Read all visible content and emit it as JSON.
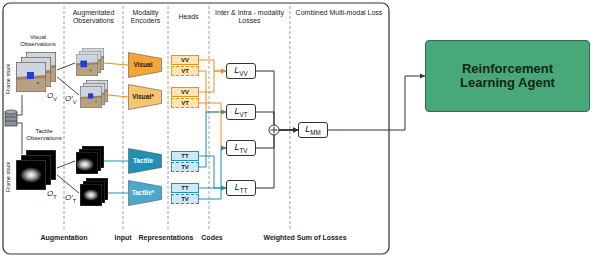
{
  "diagram": {
    "nodes": [
      {
        "text": [
          "Visual"
        ]
      },
      {
        "text": [
          "Visual*"
        ]
      },
      {
        "text": [
          "Tactile"
        ]
      },
      {
        "text": [
          "Tactile*"
        ]
      },
      {
        "text": [
          "VV"
        ]
      },
      {
        "text": [
          "VT"
        ]
      },
      {
        "text": [
          "VV"
        ]
      },
      {
        "text": [
          "VT"
        ]
      },
      {
        "text": [
          "TT"
        ]
      },
      {
        "text": [
          "TV"
        ]
      },
      {
        "text": [
          "TT"
        ]
      },
      {
        "text": [
          "TV"
        ]
      },
      {
        "text": [
          "LVV"
        ]
      },
      {
        "text": [
          "LVT"
        ]
      },
      {
        "text": [
          "LTV"
        ]
      },
      {
        "text": [
          "LTT"
        ]
      },
      {
        "text": [
          "LMM"
        ]
      },
      {
        "text": [
          "Reinforcement Learning Agent"
        ]
      }
    ],
    "edges": [
      {
        "from": 4,
        "to": 12,
        "arrow": "to"
      },
      {
        "from": 6,
        "to": 12,
        "arrow": "to"
      },
      {
        "from": 5,
        "to": 13,
        "arrow": "to"
      },
      {
        "from": 9,
        "to": 13,
        "arrow": "to"
      },
      {
        "from": 7,
        "to": 14,
        "arrow": "to"
      },
      {
        "from": 11,
        "to": 14,
        "arrow": "to"
      },
      {
        "from": 8,
        "to": 15,
        "arrow": "to"
      },
      {
        "from": 10,
        "to": 15,
        "arrow": "to"
      },
      {
        "from": 12,
        "to": 16,
        "arrow": "to"
      },
      {
        "from": 13,
        "to": 16,
        "arrow": "to"
      },
      {
        "from": 14,
        "to": 16,
        "arrow": "to"
      },
      {
        "from": 15,
        "to": 16,
        "arrow": "to"
      },
      {
        "from": 16,
        "to": 17,
        "arrow": "to"
      }
    ],
    "labels": [
      "Augmentated Observations",
      "Modality Encoders",
      "Heads",
      "Inter & Intra - modality Losses",
      "Combined Multi-modal Loss",
      "Visual Observations",
      "Frame stack",
      "OV",
      "O′V",
      "Tactile Observations",
      "Frame stack",
      "OT",
      "O′T",
      "Augmentation",
      "Input",
      "Representations",
      "Codes",
      "Weighted Sum of Losses"
    ]
  }
}
